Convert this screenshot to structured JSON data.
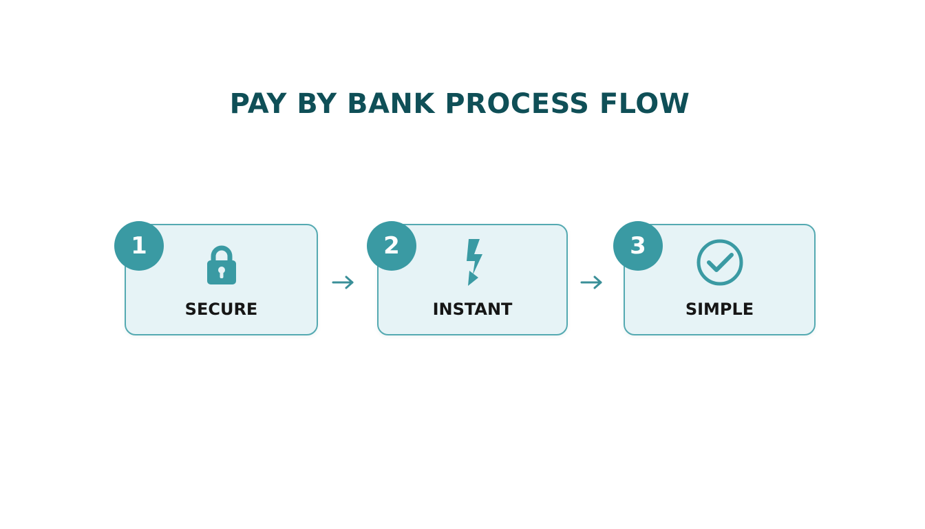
{
  "title": "PAY BY BANK PROCESS FLOW",
  "colors": {
    "title": "#0f4f57",
    "accent": "#3a9aa3",
    "card_border": "#54a9b1",
    "card_fill": "#e6f3f6",
    "label": "#161616"
  },
  "steps": [
    {
      "number": "1",
      "label": "SECURE",
      "icon": "padlock-icon"
    },
    {
      "number": "2",
      "label": "INSTANT",
      "icon": "lightning-bolt-icon"
    },
    {
      "number": "3",
      "label": "SIMPLE",
      "icon": "check-circle-icon"
    }
  ],
  "connectors": [
    "arrow-right-icon",
    "arrow-right-icon"
  ]
}
